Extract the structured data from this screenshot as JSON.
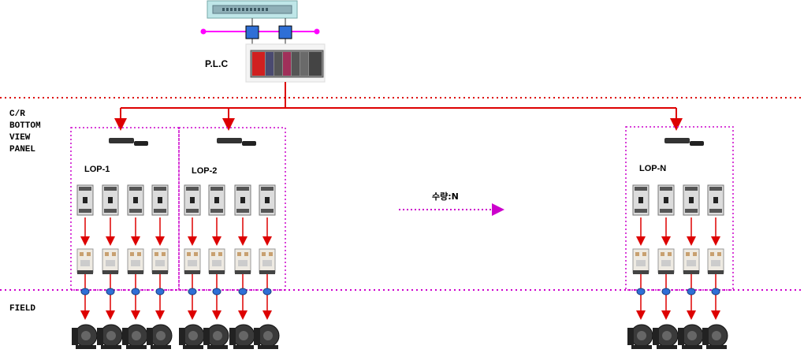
{
  "plc": {
    "label": "P.L.C"
  },
  "zones": {
    "panel_label": "C/R\nBOTTOM\nVIEW\nPANEL",
    "field_label": "FIELD"
  },
  "panels": [
    {
      "label": "LOP-1",
      "breakers": 4
    },
    {
      "label": "LOP-2",
      "breakers": 4
    },
    {
      "label": "LOP-N",
      "breakers": 4
    }
  ],
  "quantity": {
    "label": "수량:N"
  },
  "colors": {
    "bus": "#dd0000",
    "dotted": "#cc00cc",
    "network": "#ff00ff",
    "node": "#2f6fd6"
  }
}
